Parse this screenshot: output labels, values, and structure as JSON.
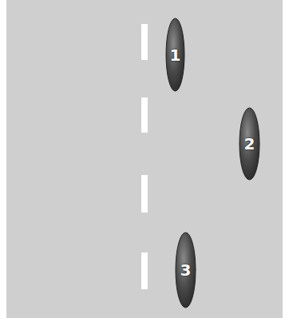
{
  "diagram": {
    "nodes": [
      {
        "text": [
          "1"
        ]
      },
      {
        "text": [
          "2"
        ]
      },
      {
        "text": [
          "3"
        ]
      }
    ]
  }
}
